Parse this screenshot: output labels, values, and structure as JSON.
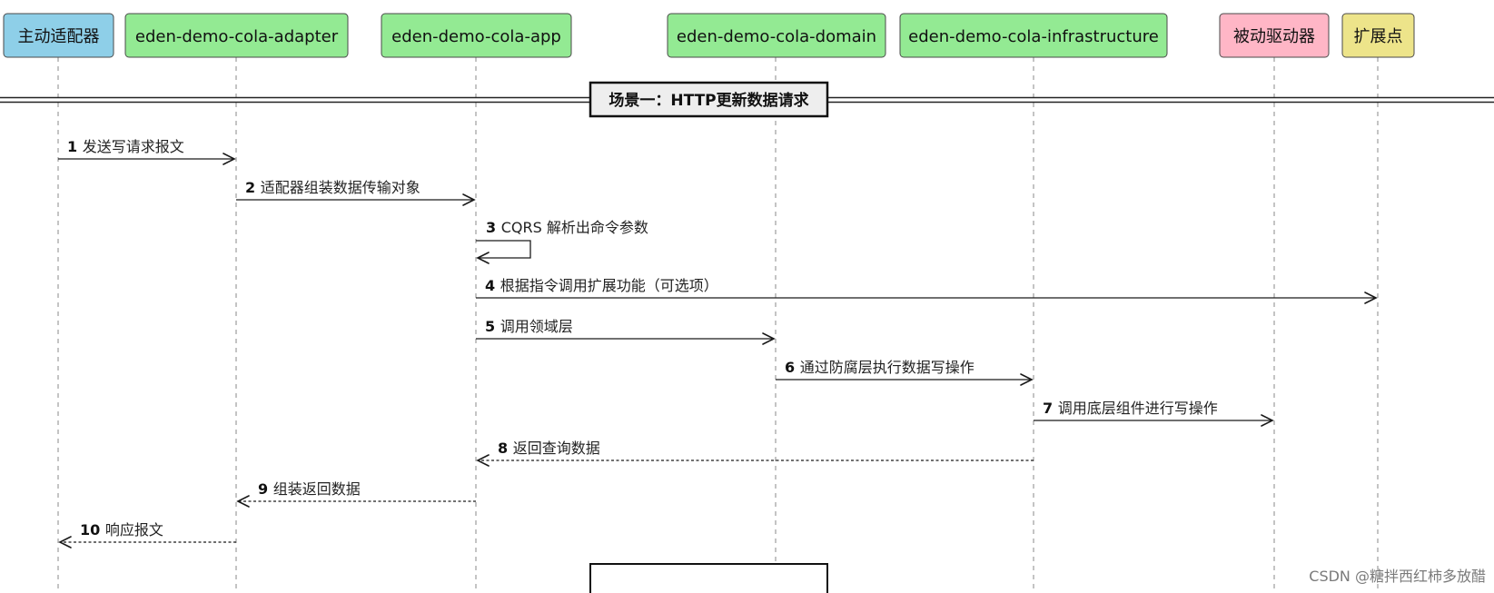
{
  "participants": [
    {
      "label": "主动适配器",
      "color": "#8ecfe8"
    },
    {
      "label": "eden-demo-cola-adapter",
      "color": "#93ea93"
    },
    {
      "label": "eden-demo-cola-app",
      "color": "#93ea93"
    },
    {
      "label": "eden-demo-cola-domain",
      "color": "#93ea93"
    },
    {
      "label": "eden-demo-cola-infrastructure",
      "color": "#93ea93"
    },
    {
      "label": "被动驱动器",
      "color": "#ffb6c6"
    },
    {
      "label": "扩展点",
      "color": "#ede48a"
    }
  ],
  "divider": {
    "label": "场景一：HTTP更新数据请求"
  },
  "messages": [
    {
      "num": "1",
      "text": "发送写请求报文",
      "from": 0,
      "to": 1,
      "kind": "sync"
    },
    {
      "num": "2",
      "text": "适配器组装数据传输对象",
      "from": 1,
      "to": 2,
      "kind": "sync"
    },
    {
      "num": "3",
      "text": "CQRS 解析出命令参数",
      "from": 2,
      "to": 2,
      "kind": "self"
    },
    {
      "num": "4",
      "text": "根据指令调用扩展功能（可选项）",
      "from": 2,
      "to": 6,
      "kind": "sync"
    },
    {
      "num": "5",
      "text": "调用领域层",
      "from": 2,
      "to": 3,
      "kind": "sync"
    },
    {
      "num": "6",
      "text": "通过防腐层执行数据写操作",
      "from": 3,
      "to": 4,
      "kind": "sync"
    },
    {
      "num": "7",
      "text": "调用底层组件进行写操作",
      "from": 4,
      "to": 5,
      "kind": "sync"
    },
    {
      "num": "8",
      "text": "返回查询数据",
      "from": 4,
      "to": 2,
      "kind": "reply"
    },
    {
      "num": "9",
      "text": "组装返回数据",
      "from": 2,
      "to": 1,
      "kind": "reply"
    },
    {
      "num": "10",
      "text": "响应报文",
      "from": 1,
      "to": 0,
      "kind": "reply"
    }
  ],
  "watermark": "CSDN @糖拌西红柿多放醋"
}
